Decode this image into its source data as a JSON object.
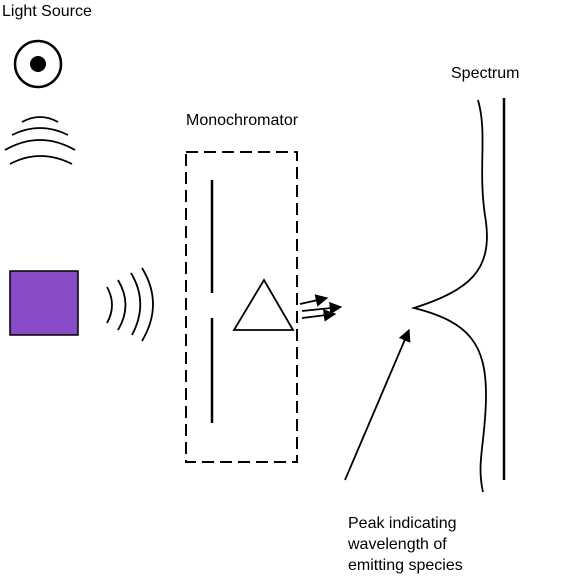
{
  "labels": {
    "light_source": "Light Source",
    "monochromator": "Monochromator",
    "spectrum": "Spectrum",
    "peak": [
      "Peak indicating",
      "wavelength of",
      "emitting species"
    ]
  },
  "colors": {
    "sample": "#8a4bc9",
    "ink": "#000000",
    "background": "#ffffff"
  },
  "icons": {
    "light_source": "circle-dot-icon",
    "sample": "square-icon",
    "prism": "triangle-icon"
  }
}
